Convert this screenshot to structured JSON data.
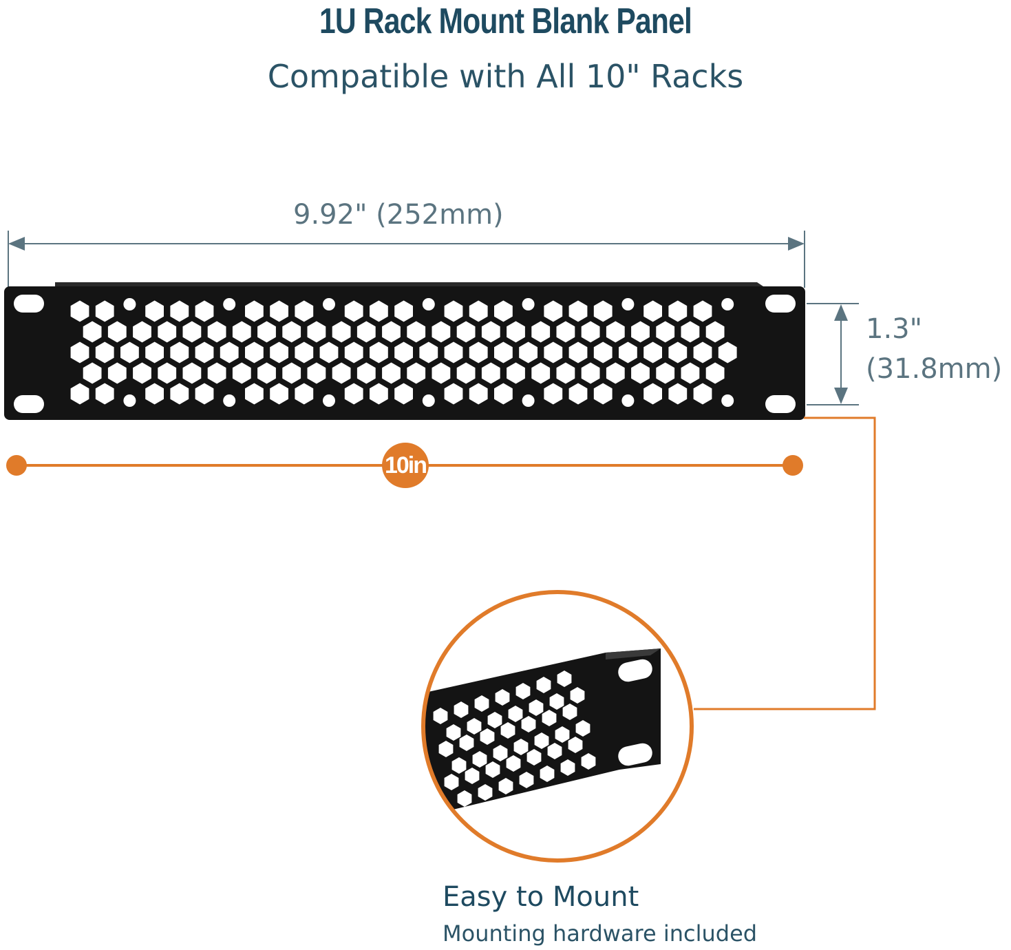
{
  "header": {
    "title": "1U Rack Mount Blank Panel",
    "subtitle": "Compatible with All 10\" Racks"
  },
  "dimensions": {
    "width_label": "9.92\" (252mm)",
    "height_label_line1": "1.3\"",
    "height_label_line2": "(31.8mm)",
    "rack_width_label": "10in"
  },
  "detail": {
    "title": "Easy to Mount",
    "subtitle": "Mounting hardware included"
  },
  "colors": {
    "title": "#1e4a60",
    "accent_orange": "#e07b2a",
    "panel": "#141414",
    "dimension_line": "#5b7480"
  }
}
